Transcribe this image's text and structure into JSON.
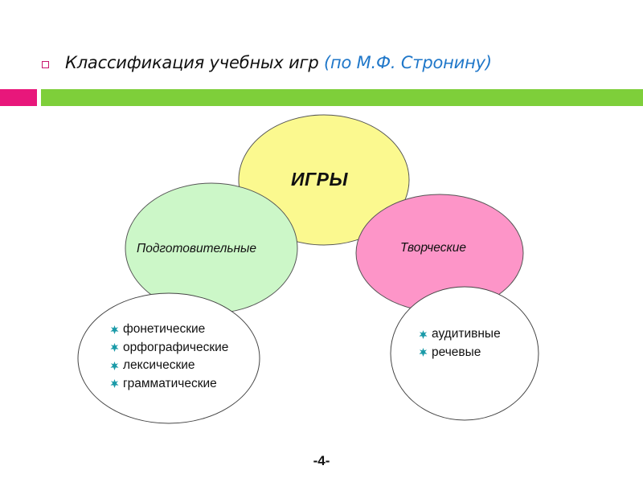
{
  "slide": {
    "title": {
      "main": "Классификация учебных игр ",
      "accent": "(по М.Ф. Стронину)"
    },
    "page_number": "-4-",
    "colors": {
      "title_bullet": "#c8176e",
      "accent_text": "#1f77c9",
      "bar_pink": "#e8177b",
      "bar_green": "#7ecf3a"
    }
  },
  "diagram": {
    "root": {
      "label": "ИГРЫ",
      "fill": "#fbf98f"
    },
    "branches": [
      {
        "label": "Подготовительные",
        "fill": "#ccf7c8",
        "items": [
          "фонетические",
          "орфографические",
          "лексические",
          "грамматические"
        ]
      },
      {
        "label": "Творческие",
        "fill": "#fd95c8",
        "items": [
          "аудитивные",
          "речевые"
        ]
      }
    ],
    "leaf_bullet_icon": "teal-star-bullet",
    "leaf_bullet_color": "#1a9aa8"
  }
}
